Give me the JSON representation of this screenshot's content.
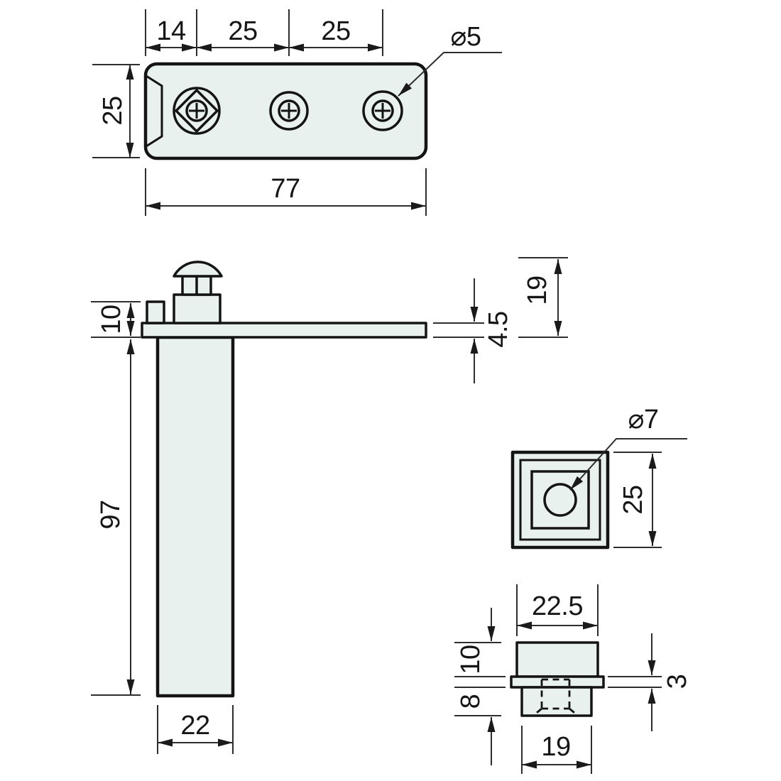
{
  "drawing_type": "technical-dimension-drawing",
  "subject": "furniture leg with mounting plate and glide insert",
  "colors": {
    "part_fill": "#e8f1ee",
    "outline": "#141414",
    "dimension": "#2e2e2e",
    "background": "#ffffff"
  },
  "views": {
    "plate_top": {
      "dims": {
        "edge_to_hole": "14",
        "pitch_a": "25",
        "pitch_b": "25",
        "depth": "25",
        "length": "77",
        "hole_dia": "⌀5"
      }
    },
    "leg_side": {
      "dims": {
        "mount_offset": "10",
        "leg_length": "97",
        "leg_width": "22",
        "plate_thickness": "4.5",
        "fitting_height": "19"
      }
    },
    "leg_bottom": {
      "dims": {
        "hole_dia": "⌀7",
        "width": "25"
      }
    },
    "glide_insert": {
      "dims": {
        "cap_width": "22.5",
        "cap_height": "10",
        "flange_thickness": "3",
        "body_height": "8",
        "body_width": "19"
      }
    }
  }
}
